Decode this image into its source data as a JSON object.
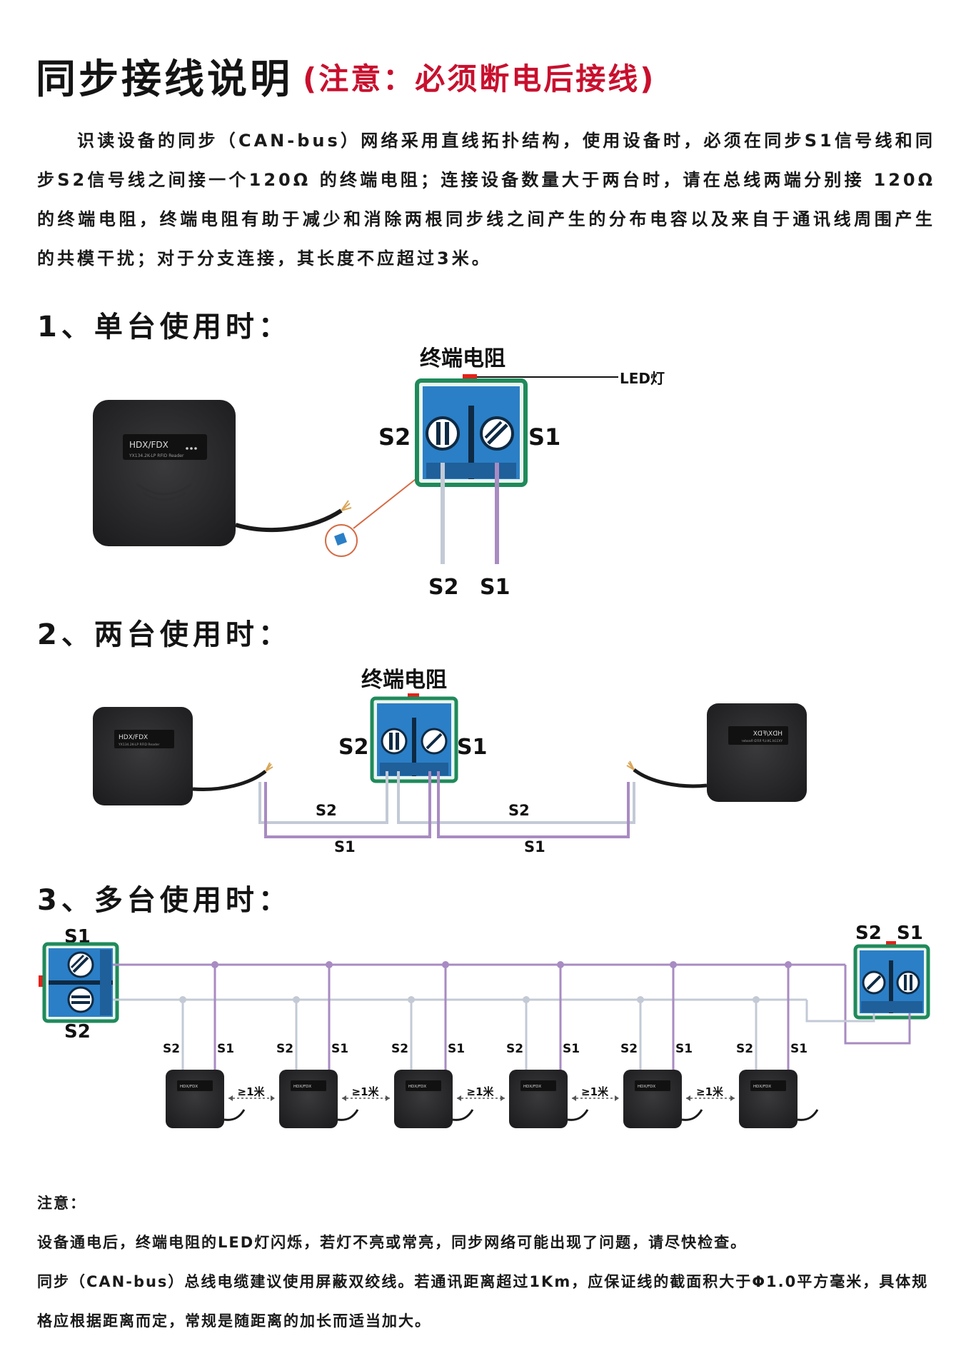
{
  "title": {
    "main": "同步接线说明",
    "warning": "(注意：必须断电后接线)"
  },
  "intro": "识读设备的同步（CAN-bus）网络采用直线拓扑结构，使用设备时，必须在同步S1信号线和同步S2信号线之间接一个120Ω 的终端电阻；连接设备数量大于两台时，请在总线两端分别接 120Ω 的终端电阻，终端电阻有助于减少和消除两根同步线之间产生的分布电容以及来自于通讯线周围产生的共模干扰；对于分支连接，其长度不应超过3米。",
  "sections": {
    "single": "1、单台使用时：",
    "double": "2、两台使用时：",
    "multi": "3、多台使用时："
  },
  "labels": {
    "terminal_resistor": "终端电阻",
    "led": "LED灯",
    "s1": "S1",
    "s2": "S2",
    "spacing": "≥1米"
  },
  "reader": {
    "brand": "HDX/FDX",
    "model": "YX134.2K-LP RFID Reader",
    "brand_mirrored": "HDX/FDX",
    "model_mirrored": "YX134.2K-LP RFID Reader"
  },
  "colors": {
    "terminal_blue": "#2b7fc6",
    "terminal_green": "#1f8a5b",
    "wire_s1": "#a88bc2",
    "wire_s2": "#c3cad6",
    "led_red": "#e2231a",
    "warning_red": "#c8102e"
  },
  "notes": {
    "heading": "注意：",
    "line1": "设备通电后，终端电阻的LED灯闪烁，若灯不亮或常亮，同步网络可能出现了问题，请尽快检查。",
    "line2": "同步（CAN-bus）总线电缆建议使用屏蔽双绞线。若通讯距离超过1Km，应保证线的截面积大于Φ1.0平方毫米，具体规格应根据距离而定，常规是随距离的加长而适当加大。"
  }
}
